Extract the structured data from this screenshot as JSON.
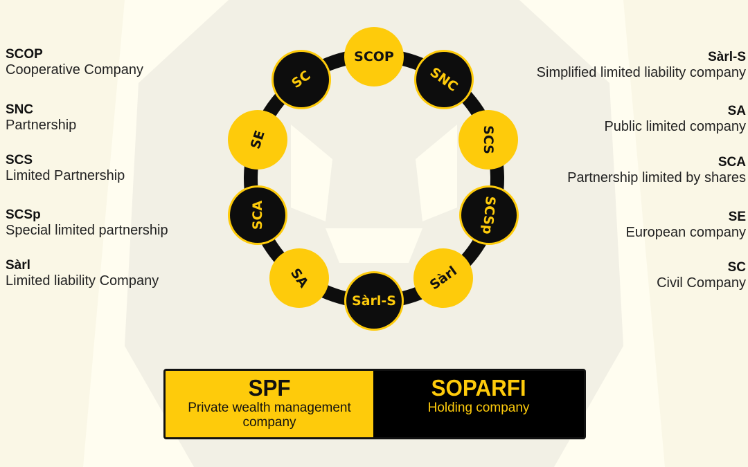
{
  "left_labels": [
    {
      "code": "SCOP",
      "desc": "Cooperative Company"
    },
    {
      "code": "SNC",
      "desc": "Partnership"
    },
    {
      "code": "SCS",
      "desc": "Limited Partnership"
    },
    {
      "code": "SCSp",
      "desc": "Special limited partnership"
    },
    {
      "code": "Sàrl",
      "desc": "Limited liability Company"
    }
  ],
  "right_labels": [
    {
      "code": "Sàrl-S",
      "desc": "Simplified limited liability company"
    },
    {
      "code": "SA",
      "desc": "Public limited company"
    },
    {
      "code": "SCA",
      "desc": "Partnership limited by shares"
    },
    {
      "code": "SE",
      "desc": "European company"
    },
    {
      "code": "SC",
      "desc": "Civil Company"
    }
  ],
  "ring": [
    "SCOP",
    "SNC",
    "SCS",
    "SCSp",
    "Sàrl",
    "Sàrl-S",
    "SA",
    "SCA",
    "SE",
    "SC"
  ],
  "spf": {
    "title": "SPF",
    "desc": "Private wealth management company"
  },
  "soparfi": {
    "title": "SOPARFI",
    "desc": "Holding company"
  },
  "colors": {
    "yellow": "#fecb0b",
    "black": "#0d0d0d",
    "background": "#fffdf0"
  }
}
